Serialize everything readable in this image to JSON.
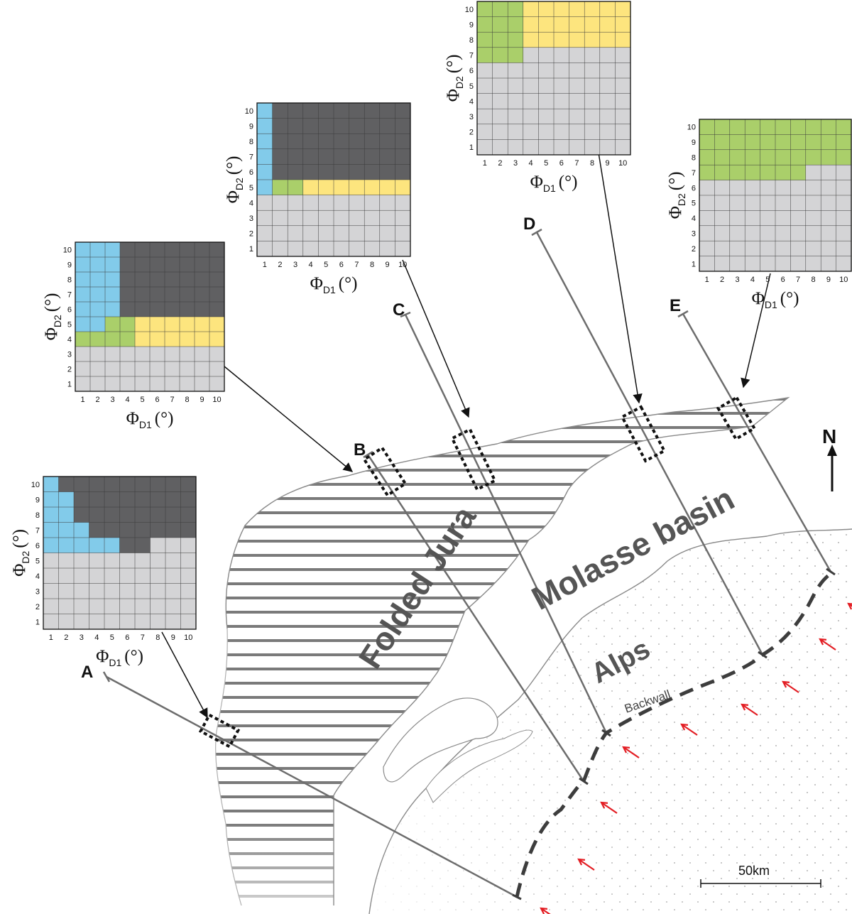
{
  "map": {
    "regions": {
      "folded_jura": "Folded Jura",
      "molasse_basin": "Molasse basin",
      "alps": "Alps",
      "backwall": "Backwall"
    },
    "sections": [
      "A",
      "B",
      "C",
      "D",
      "E"
    ],
    "north_label": "N",
    "scale_label": "50km",
    "colors": {
      "sky": "#82cbea",
      "green": "#aacf6a",
      "yellow": "#fde57e",
      "dark": "#606062",
      "light": "#d4d4d6",
      "jura_hatch": "#7a7a7a",
      "section_line": "#6d6d6d",
      "backwall": "#3d3d3d",
      "arrow": "#e31e24"
    }
  },
  "chart_data": [
    {
      "type": "heatmap",
      "section": "A",
      "xlabel": "ΦD1 (°)",
      "ylabel": "ΦD2 (°)",
      "xticks": [
        1,
        2,
        3,
        4,
        5,
        6,
        7,
        8,
        9,
        10
      ],
      "yticks": [
        1,
        2,
        3,
        4,
        5,
        6,
        7,
        8,
        9,
        10
      ],
      "legend_colors": {
        "B": "#82cbea",
        "G": "#aacf6a",
        "Y": "#fde57e",
        "D": "#606062",
        "L": "#d4d4d6"
      },
      "grid_rows_top_to_bottom": [
        "BDDDDDDDDD",
        "BBDDDDDDDD",
        "BBDDDDDDDD",
        "BBBDDDDDDD",
        "BBBBBDDLLL",
        "LLLLLLLLLL",
        "LLLLLLLLLL",
        "LLLLLLLLLL",
        "LLLLLLLLLL",
        "LLLLLLLLLL"
      ]
    },
    {
      "type": "heatmap",
      "section": "B",
      "xlabel": "ΦD1 (°)",
      "ylabel": "ΦD2 (°)",
      "xticks": [
        1,
        2,
        3,
        4,
        5,
        6,
        7,
        8,
        9,
        10
      ],
      "yticks": [
        1,
        2,
        3,
        4,
        5,
        6,
        7,
        8,
        9,
        10
      ],
      "legend_colors": {
        "B": "#82cbea",
        "G": "#aacf6a",
        "Y": "#fde57e",
        "D": "#606062",
        "L": "#d4d4d6"
      },
      "grid_rows_top_to_bottom": [
        "BDDDDDDDDD",
        "BDDDDDDDDD",
        "BDDDDDDDDD",
        "BDDDDDDDDD",
        "BDDDDDDDDD",
        "BGGYYYYYYY",
        "LLLLLLLLLL",
        "LLLLLLLLLL",
        "LLLLLLLLLL",
        "LLLLLLLLLL"
      ]
    },
    {
      "type": "heatmap",
      "section": "C",
      "xlabel": "ΦD1 (°)",
      "ylabel": "ΦD2 (°)",
      "xticks": [
        1,
        2,
        3,
        4,
        5,
        6,
        7,
        8,
        9,
        10
      ],
      "yticks": [
        1,
        2,
        3,
        4,
        5,
        6,
        7,
        8,
        9,
        10
      ],
      "legend_colors": {
        "B": "#82cbea",
        "G": "#aacf6a",
        "Y": "#fde57e",
        "D": "#606062",
        "L": "#d4d4d6"
      },
      "grid_rows_top_to_bottom": [
        "BBBDDDDDDD",
        "BBBDDDDDDD",
        "BBBDDDDDDD",
        "BBBDDDDDDD",
        "BBBDDDDDDD",
        "BBGGYYYYYY",
        "GGGGYYYYYY",
        "LLLLLLLLLL",
        "LLLLLLLLLL",
        "LLLLLLLLLL"
      ]
    },
    {
      "type": "heatmap",
      "section": "D",
      "xlabel": "ΦD1 (°)",
      "ylabel": "ΦD2 (°)",
      "xticks": [
        1,
        2,
        3,
        4,
        5,
        6,
        7,
        8,
        9,
        10
      ],
      "yticks": [
        1,
        2,
        3,
        4,
        5,
        6,
        7,
        8,
        9,
        10
      ],
      "legend_colors": {
        "B": "#82cbea",
        "G": "#aacf6a",
        "Y": "#fde57e",
        "D": "#606062",
        "L": "#d4d4d6"
      },
      "grid_rows_top_to_bottom": [
        "GGGYYYYYYY",
        "GGGYYYYYYY",
        "GGGYYYYYYY",
        "GGGLLLLLLL",
        "LLLLLLLLLL",
        "LLLLLLLLLL",
        "LLLLLLLLLL",
        "LLLLLLLLLL",
        "LLLLLLLLLL",
        "LLLLLLLLLL"
      ]
    },
    {
      "type": "heatmap",
      "section": "E",
      "xlabel": "ΦD1 (°)",
      "ylabel": "ΦD2 (°)",
      "xticks": [
        1,
        2,
        3,
        4,
        5,
        6,
        7,
        8,
        9,
        10
      ],
      "yticks": [
        1,
        2,
        3,
        4,
        5,
        6,
        7,
        8,
        9,
        10
      ],
      "legend_colors": {
        "B": "#82cbea",
        "G": "#aacf6a",
        "Y": "#fde57e",
        "D": "#606062",
        "L": "#d4d4d6"
      },
      "grid_rows_top_to_bottom": [
        "GGGGGGGGGG",
        "GGGGGGGGGG",
        "GGGGGGGGGG",
        "GGGGGGGLLL",
        "LLLLLLLLLL",
        "LLLLLLLLLL",
        "LLLLLLLLLL",
        "LLLLLLLLLL",
        "LLLLLLLLLL",
        "LLLLLLLLLL"
      ]
    }
  ]
}
